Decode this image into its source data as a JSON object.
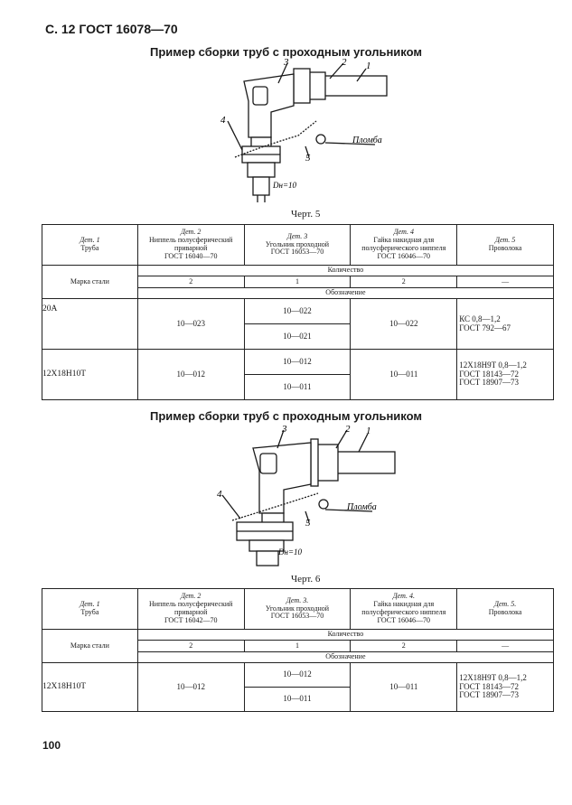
{
  "header": "С. 12 ГОСТ 16078—70",
  "figure1": {
    "title": "Пример сборки труб с проходным угольником",
    "caption": "Черт. 5",
    "callouts": [
      "3",
      "2",
      "1",
      "4",
      "5"
    ],
    "plomba": "Пломба",
    "dn": "Dн=10"
  },
  "table1": {
    "headers": [
      {
        "det": "Дет. 1",
        "name": "Труба"
      },
      {
        "det": "Дет. 2",
        "name": "Ниппель полусферический приварной",
        "std": "ГОСТ 16040—70"
      },
      {
        "det": "Дет. 3",
        "name": "Угольник проходной",
        "std": "ГОСТ 16053—70"
      },
      {
        "det": "Дет. 4",
        "name": "Гайка накидная для полусферического ниппеля",
        "std": "ГОСТ 16046—70"
      },
      {
        "det": "Дет. 5",
        "name": "Проволока"
      }
    ],
    "marka_label": "Марка стали",
    "kolichestvo_label": "Количество",
    "oboznachenie_label": "Обозначение",
    "quantities": [
      "2",
      "1",
      "2",
      "—"
    ],
    "rows": [
      {
        "steel": "20А",
        "det2": "10—023",
        "det3": [
          "10—022",
          "10—021"
        ],
        "det4": "10—022",
        "det5": [
          "КС 0,8—1,2",
          "ГОСТ 792—67"
        ]
      },
      {
        "steel": "12Х18Н10Т",
        "det2": "10—012",
        "det3": [
          "10—012",
          "10—011"
        ],
        "det4": "10—011",
        "det5": [
          "12Х18Н9Т 0,8—1,2",
          "ГОСТ 18143—72",
          "ГОСТ 18907—73"
        ]
      }
    ]
  },
  "figure2": {
    "title": "Пример сборки труб с проходным угольником",
    "caption": "Черт. 6",
    "callouts": [
      "3",
      "2",
      "1",
      "4",
      "5"
    ],
    "plomba": "Пломба",
    "dn": "Dн=10"
  },
  "table2": {
    "headers": [
      {
        "det": "Дет. 1",
        "name": "Труба"
      },
      {
        "det": "Дет. 2",
        "name": "Ниппель полусферический приварной",
        "std": "ГОСТ 16042—70"
      },
      {
        "det": "Дет. 3.",
        "name": "Угольник проходной",
        "std": "ГОСТ 16053—70"
      },
      {
        "det": "Дет. 4.",
        "name": "Гайка накидная для полусферического ниппеля",
        "std": "ГОСТ 16046—70"
      },
      {
        "det": "Дет. 5.",
        "name": "Проволока"
      }
    ],
    "marka_label": "Марка стали",
    "kolichestvo_label": "Количество",
    "oboznachenie_label": "Обозначение",
    "quantities": [
      "2",
      "1",
      "2",
      "—"
    ],
    "rows": [
      {
        "steel": "12Х18Н10Т",
        "det2": "10—012",
        "det3": [
          "10—012",
          "10—011"
        ],
        "det4": "10—011",
        "det5": [
          "12Х18Н9Т 0,8—1,2",
          "ГОСТ 18143—72",
          "ГОСТ 18907—73"
        ]
      }
    ]
  },
  "page_number": "100"
}
